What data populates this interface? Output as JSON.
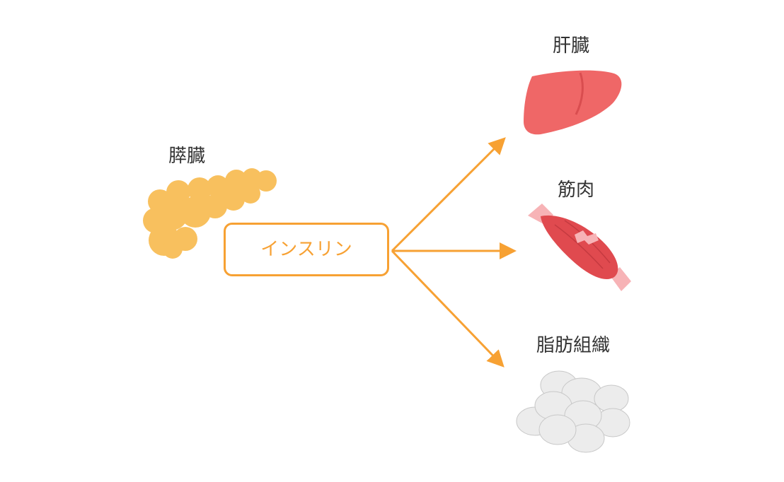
{
  "colors": {
    "arrow": "#f7a133",
    "pancreas": "#f8c05e",
    "liver": "#ef6767",
    "muscle": "#e04a4f",
    "muscle_tendon": "#f7b3b6",
    "fat": "#ececec",
    "fat_stroke": "#c8c8c8",
    "label_text": "#333333"
  },
  "labels": {
    "pancreas": "膵臓",
    "liver": "肝臓",
    "muscle": "筋肉",
    "fat": "脂肪組織"
  },
  "hormone": {
    "name": "インスリン"
  },
  "icons": {
    "pancreas": "pancreas-icon",
    "liver": "liver-icon",
    "muscle": "muscle-icon",
    "fat": "fat-tissue-icon"
  }
}
